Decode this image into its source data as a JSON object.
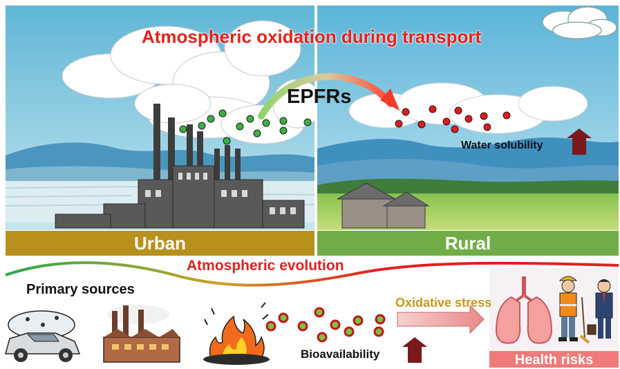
{
  "title": "Atmospheric oxidation during transport",
  "epfrs_label": "EPFRs",
  "urban_label": "Urban",
  "rural_label": "Rural",
  "evolution_label": "Atmospheric evolution",
  "primary_sources_label": "Primary sources",
  "water_solubility_label": "Water solubility",
  "oxidative_stress_label": "Oxidative stress",
  "bioavailability_label": "Bioavailability",
  "health_risks_label": "Health risks",
  "colors": {
    "title_red": "#e8201a",
    "urban_band": "#b8901c",
    "rural_band": "#71ad47",
    "fresh_particle": "#3cb043",
    "aged_particle": "#e01b1b",
    "up_arrow": "#7a1a1a",
    "oxidative_stress": "#c8961e",
    "health_box": "#f07a7a"
  },
  "icons": [
    "car-icon",
    "factory-icon",
    "fire-icon",
    "lungs-icon",
    "worker-icon",
    "businessman-icon",
    "cloud-icon"
  ]
}
